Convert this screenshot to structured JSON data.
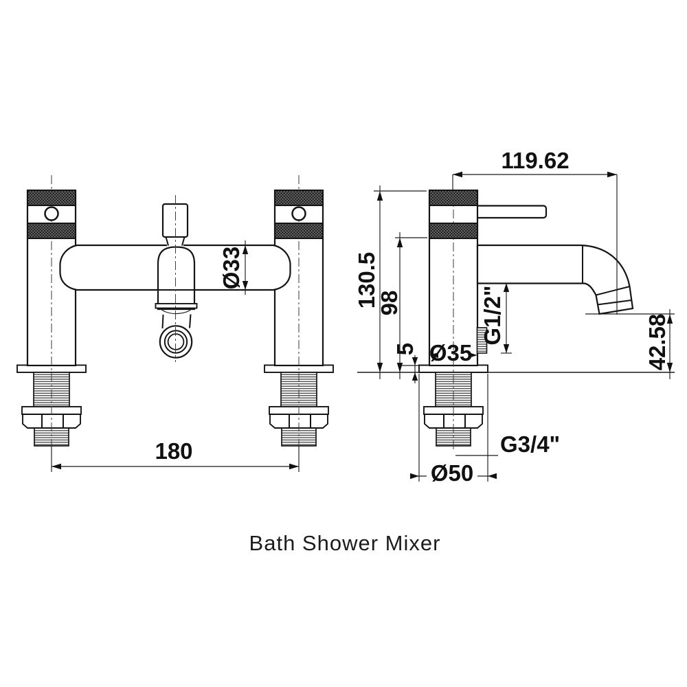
{
  "caption": "Bath Shower Mixer",
  "dims": {
    "spout_reach": "119.62",
    "overall_height": "130.5",
    "body_height": "98",
    "flange_thickness": "5",
    "pillar_diameter": "Ø35",
    "shower_outlet_thread": "G1/2\"",
    "spout_height": "42.58",
    "body_diameter": "Ø33",
    "tap_centres": "180",
    "inlet_thread": "G3/4\"",
    "flange_diameter": "Ø50"
  }
}
